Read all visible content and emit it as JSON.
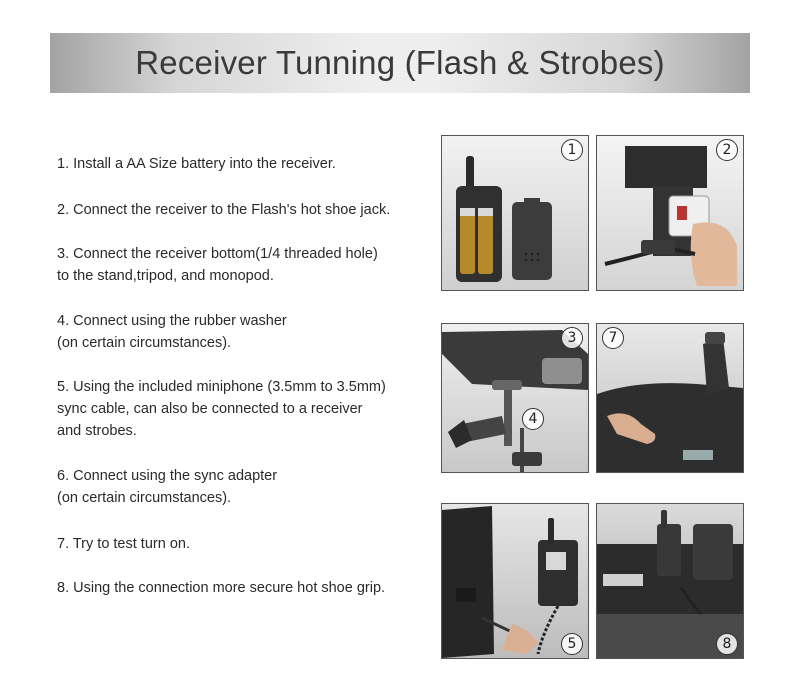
{
  "header": {
    "title": "Receiver Tunning (Flash & Strobes)"
  },
  "steps": [
    {
      "lines": [
        "1. Install a AA Size battery into the receiver."
      ]
    },
    {
      "lines": [
        "2. Connect the receiver to the Flash's hot shoe jack."
      ]
    },
    {
      "lines": [
        "3. Connect the receiver bottom(1/4 threaded hole)",
        "to the stand,tripod, and monopod."
      ]
    },
    {
      "lines": [
        "4. Connect using the rubber washer",
        "(on certain circumstances)."
      ]
    },
    {
      "lines": [
        "5. Using the included miniphone (3.5mm to 3.5mm)",
        "sync cable, can also be connected to a receiver",
        "and strobes."
      ]
    },
    {
      "lines": [
        "6. Connect using the sync adapter",
        "(on certain circumstances)."
      ]
    },
    {
      "lines": [
        "7. Try to test turn on."
      ]
    },
    {
      "lines": [
        "8. Using the connection more secure hot shoe grip."
      ]
    }
  ],
  "photos": {
    "p1": {
      "badges": [
        "1"
      ]
    },
    "p2": {
      "badges": [
        "2"
      ]
    },
    "p3": {
      "badges": [
        "3",
        "4"
      ]
    },
    "p4": {
      "badges": [
        "7"
      ]
    },
    "p5": {
      "badges": [
        "5"
      ]
    },
    "p6": {
      "badges": [
        "8"
      ]
    }
  },
  "icons": {
    "badge_shape": "circled-number-icon"
  },
  "colors": {
    "banner_edge": "#a3a3a3",
    "banner_center": "#eeeeee",
    "title_text": "#3a3a3a",
    "body_text": "#2a2a2a"
  }
}
